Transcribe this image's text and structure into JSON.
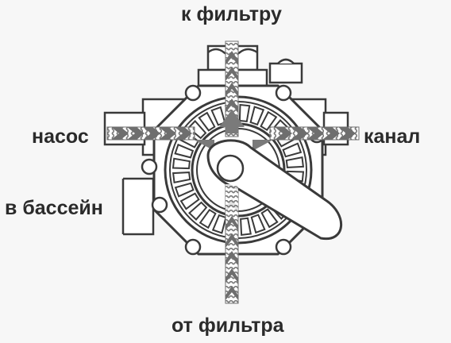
{
  "labels": {
    "to_filter": "к фильтру",
    "pump": "насос",
    "drain": "канал",
    "to_pool": "в бассейн",
    "from_filter": "от фильтра"
  },
  "icons": {
    "valve": "multiport-valve-icon",
    "flow_arrow": "flow-arrow-icon"
  },
  "colors": {
    "line": "#3a3a3a",
    "arrow": "#6e6e6e",
    "text": "#2b2b2b",
    "background": "#f7f7f7"
  }
}
